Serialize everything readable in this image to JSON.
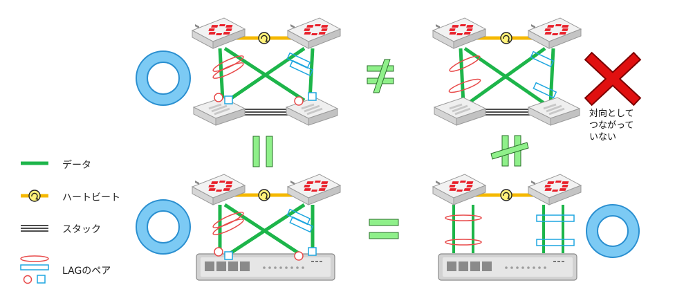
{
  "legend": {
    "data_label": "データ",
    "heartbeat_label": "ハートビート",
    "stack_label": "スタック",
    "lag_label": "LAGのペア"
  },
  "note": {
    "lines": [
      "対向として",
      "つながって",
      "いない"
    ]
  },
  "colors": {
    "data": "#1db54a",
    "heartbeat": "#f5b800",
    "lag_red": "#e84a4a",
    "lag_blue": "#1ea6e0",
    "ok_ring": "#5fb8ee",
    "cross": "#e01010",
    "operator": "#8ff08a",
    "fortigate_logo": "#e8202a"
  },
  "symbols": {
    "good": "circle",
    "bad": "cross",
    "not_equal": "≠",
    "equal": "=",
    "parallel_equal": "∥",
    "parallel_not_equal": "∦"
  }
}
